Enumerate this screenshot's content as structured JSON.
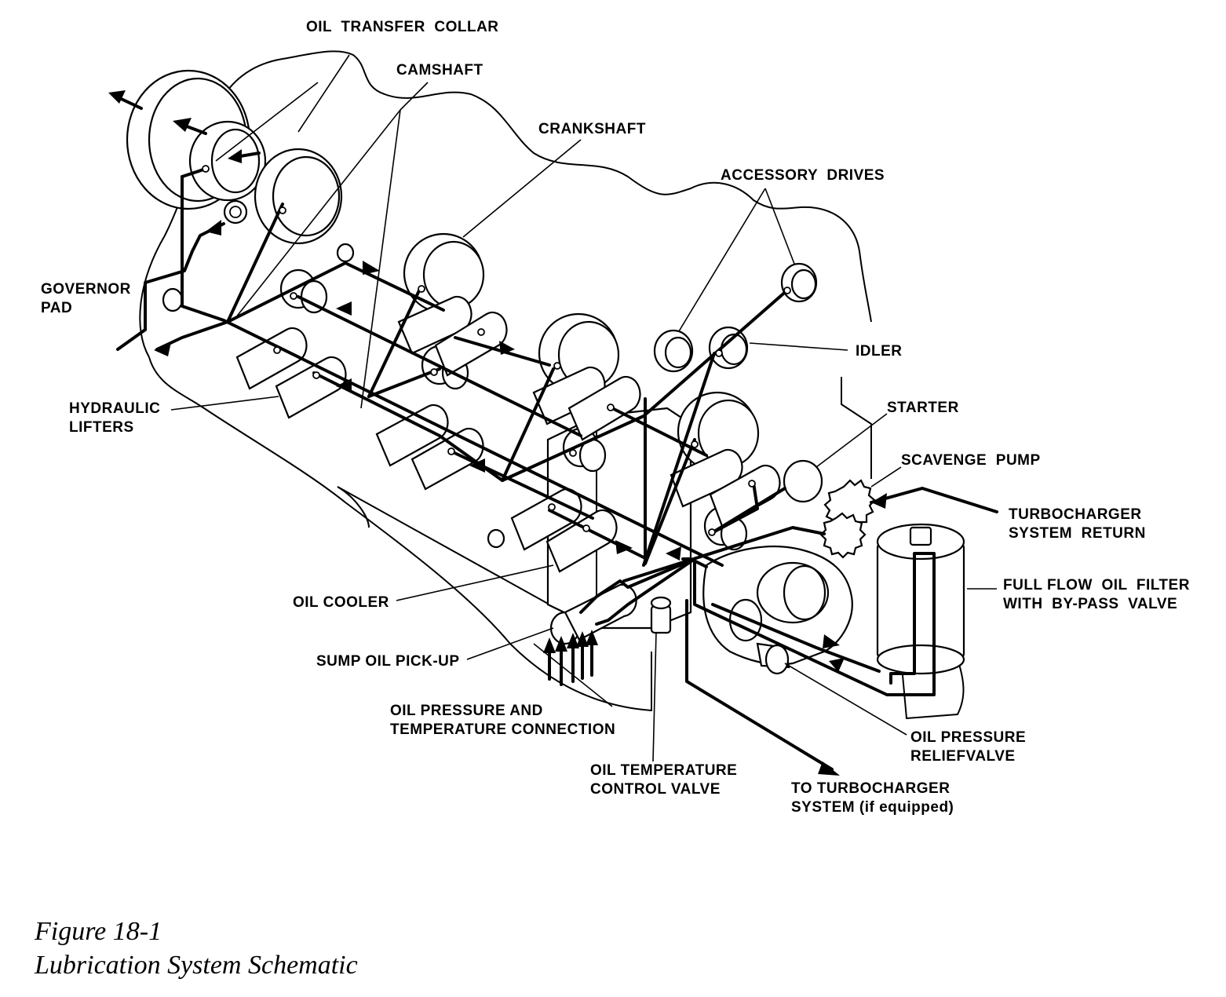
{
  "labels": {
    "oil_transfer_collar": "OIL  TRANSFER  COLLAR",
    "camshaft": "CAMSHAFT",
    "crankshaft": "CRANKSHAFT",
    "accessory_drives": "ACCESSORY  DRIVES",
    "governor_pad_1": "GOVERNOR",
    "governor_pad_2": "PAD",
    "idler": "IDLER",
    "hydraulic_lifters_1": "HYDRAULIC",
    "hydraulic_lifters_2": "LIFTERS",
    "starter": "STARTER",
    "scavenge_pump": "SCAVENGE  PUMP",
    "turbocharger_return_1": "TURBOCHARGER",
    "turbocharger_return_2": "SYSTEM  RETURN",
    "oil_filter_1": "FULL FLOW  OIL  FILTER",
    "oil_filter_2": "WITH  BY-PASS  VALVE",
    "oil_cooler": "OIL COOLER",
    "sump_pickup": "SUMP OIL PICK-UP",
    "pressure_temp_conn_1": "OIL PRESSURE AND",
    "pressure_temp_conn_2": "TEMPERATURE CONNECTION",
    "temp_control_valve_1": "OIL TEMPERATURE",
    "temp_control_valve_2": "CONTROL VALVE",
    "relief_valve_1": "OIL PRESSURE",
    "relief_valve_2": "RELIEFVALVE",
    "to_turbo_1": "TO TURBOCHARGER",
    "to_turbo_2": "SYSTEM (if equipped)"
  },
  "caption": {
    "figure": "Figure 18-1",
    "title": "Lubrication System Schematic"
  }
}
